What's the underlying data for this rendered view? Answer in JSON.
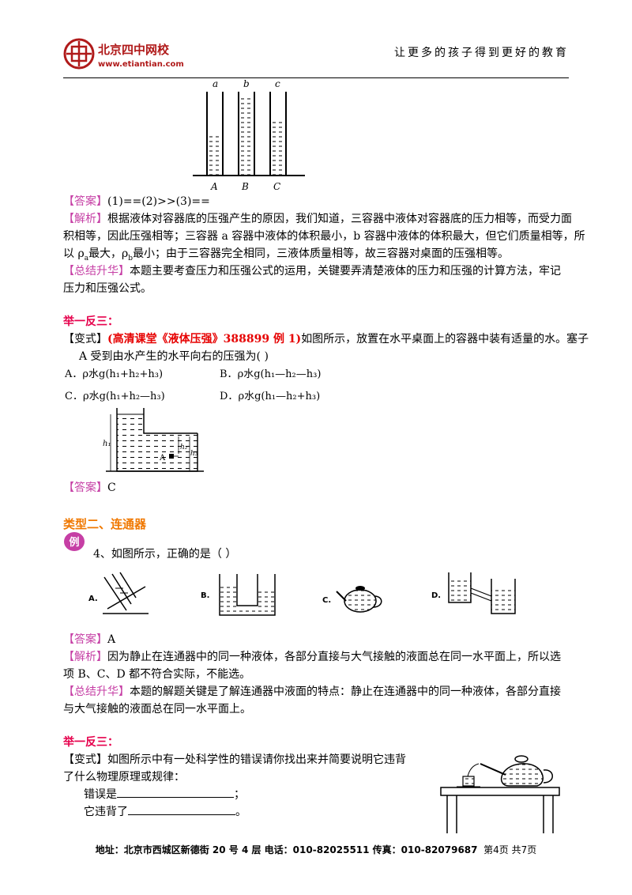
{
  "header": {
    "logo_text": "北京四中网校",
    "logo_url": "www.etiantian.com",
    "slogan": "让更多的孩子得到更好的教育"
  },
  "fig1": {
    "top": [
      "a",
      "b",
      "c"
    ],
    "bottom": [
      "A",
      "B",
      "C"
    ]
  },
  "q3": {
    "answer_tag": "【答案】",
    "answer": "(1)==(2)>>(3)==",
    "analysis_tag": "【解析】",
    "analysis_l1": "根据液体对容器底的压强产生的原因，我们知道，三容器中液体对容器底的压力相等，而受力面",
    "analysis_l2": "积相等，因此压强相等；三容器 a 容器中液体的体积最小，b 容器中液体的体积最大，但它们质量相等，所",
    "analysis_l3_a": "以 ρ",
    "analysis_l3_a_sub": "a",
    "analysis_l3_b": "最大，ρ",
    "analysis_l3_b_sub": "b",
    "analysis_l3_c": "最小；由于三容器完全相同，三液体质量相等，故三容器对桌面的压强相等。",
    "summary_tag": "【总结升华】",
    "summary_l1": "本题主要考查压力和压强公式的运用，关键要弄清楚液体的压力和压强的计算方法，牢记",
    "summary_l2": "压力和压强公式。"
  },
  "variant3": {
    "heading": "举一反三：",
    "tag_open": "【变式】",
    "source": "(高清课堂《液体压强》388899 例 1)",
    "q_l1": "如图所示，放置在水平桌面上的容器中装有适量的水。塞子",
    "q_l2": "A 受到由水产生的水平向右的压强为(      )",
    "options": [
      {
        "label": "A．",
        "formula": "ρ水g(h₁+h₂+h₃)"
      },
      {
        "label": "B．",
        "formula": "ρ水g(h₁—h₂—h₃)"
      },
      {
        "label": "C．",
        "formula": "ρ水g(h₁+h₂—h₃)"
      },
      {
        "label": "D．",
        "formula": "ρ水g(h₁—h₂+h₃)"
      }
    ],
    "fig_labels": {
      "h1": "h₁",
      "h2": "h₂",
      "h3": "h₃",
      "A": "A"
    },
    "answer_tag": "【答案】",
    "answer": "C"
  },
  "type2": {
    "heading": "类型二、连通器",
    "badge": "例",
    "q": "4、如图所示，正确的是（      ）",
    "fig_labels": [
      "A.",
      "B.",
      "C.",
      "D."
    ],
    "answer_tag": "【答案】",
    "answer": "A",
    "analysis_tag": "【解析】",
    "analysis_l1": "因为静止在连通器中的同一种液体，各部分直接与大气接触的液面总在同一水平面上，所以选",
    "analysis_l2": "项 B、C、D 都不符合实际，不能选。",
    "summary_tag": "【总结升华】",
    "summary_l1": "本题的解题关键是了解连通器中液面的特点：静止在连通器中的同一种液体，各部分直接",
    "summary_l2": "与大气接触的液面总在同一水平面上。"
  },
  "variant4": {
    "heading": "举一反三：",
    "tag": "【变式】",
    "q_l1": "如图所示中有一处科学性的错误请你找出来并简要说明它违背",
    "q_l2": "了什么物理原理或规律：",
    "fill1": "错误是",
    "fill1_end": "；",
    "fill2": "它违背了",
    "fill2_end": "。"
  },
  "footer": {
    "text": "地址：北京市西城区新德街 20 号 4 层  电话：010-82025511  传真：010-82079687",
    "page": "第4页  共7页"
  }
}
